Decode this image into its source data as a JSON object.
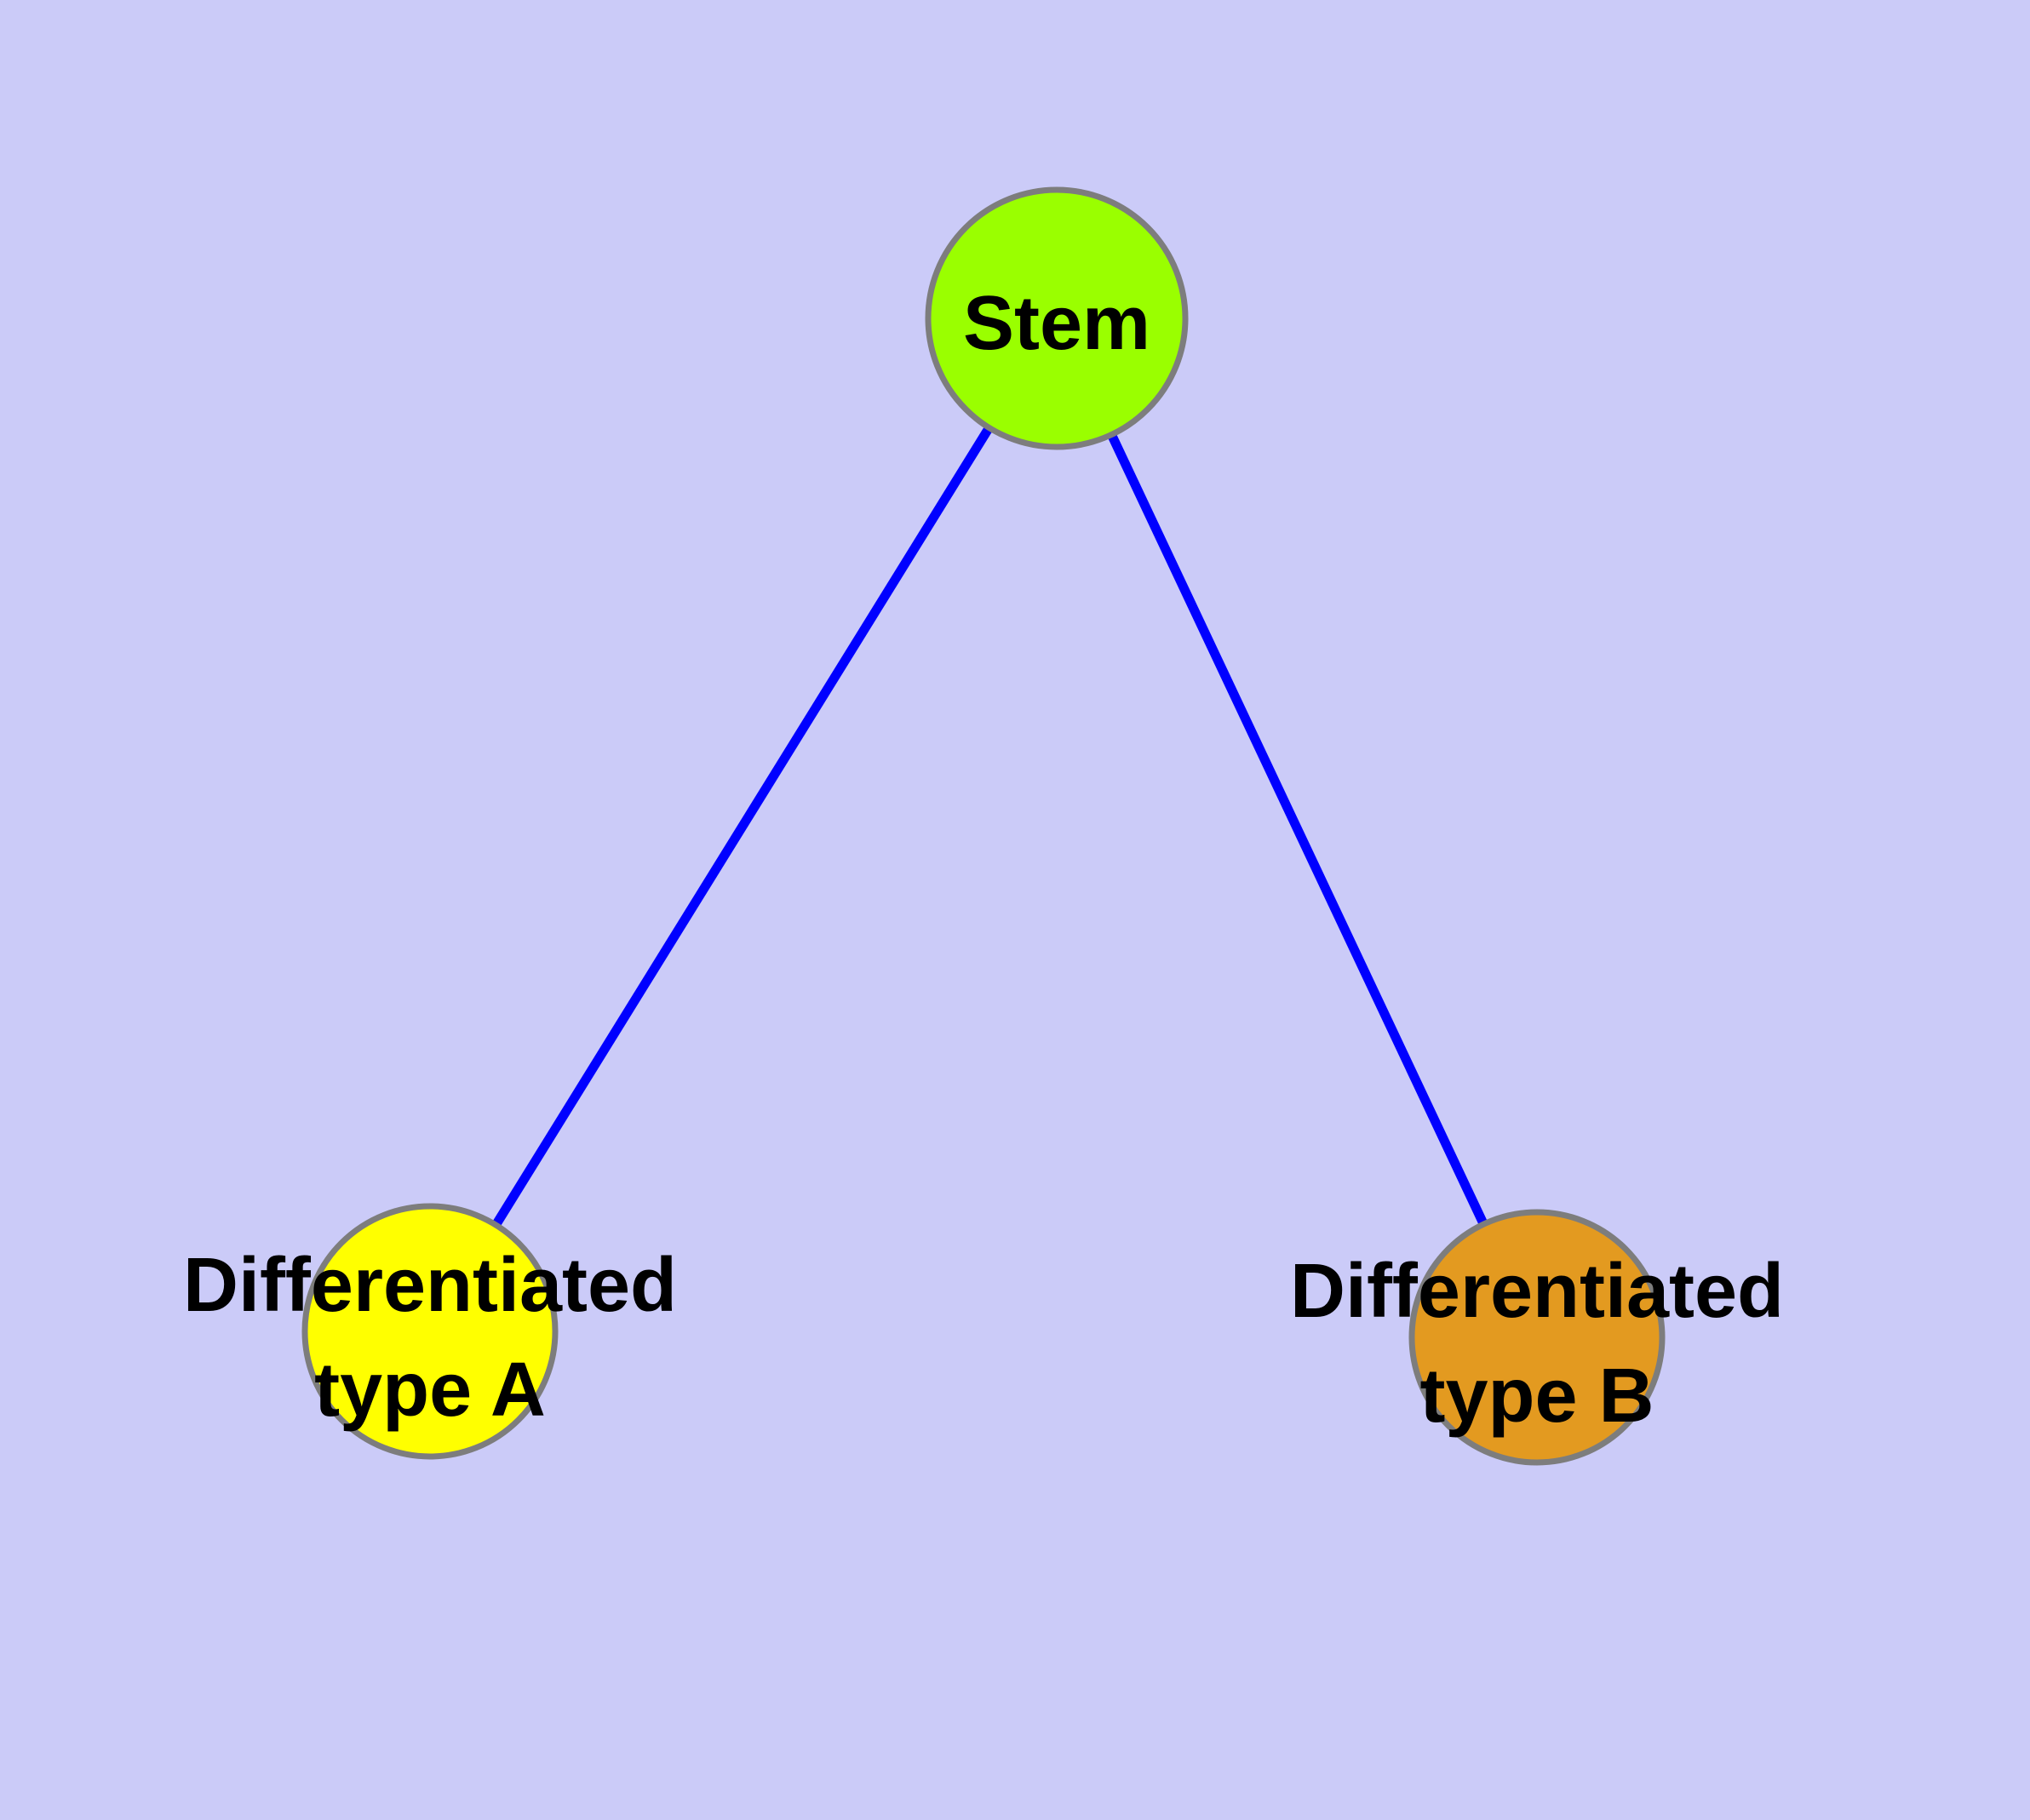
{
  "diagram": {
    "type": "graph",
    "description": "Stem cell differentiation graph",
    "background_color": "#CBCBF8",
    "edge_color": "#0000FF",
    "node_border_color": "#7D7D7D",
    "label_color": "#000000",
    "nodes": [
      {
        "id": "stem",
        "label": "Stem",
        "color": "#9AFF00"
      },
      {
        "id": "differentiated-type-a",
        "label": "Differentiated type A",
        "label_line1": "Differentiated",
        "label_line2": "type A",
        "color": "#FFFF00"
      },
      {
        "id": "differentiated-type-b",
        "label": "Differentiated type B",
        "label_line1": "Differentiated",
        "label_line2": "type B",
        "color": "#E39A20"
      }
    ],
    "edges": [
      {
        "from": "Stem",
        "to": "Differentiated type A"
      },
      {
        "from": "Stem",
        "to": "Differentiated type B"
      }
    ]
  }
}
